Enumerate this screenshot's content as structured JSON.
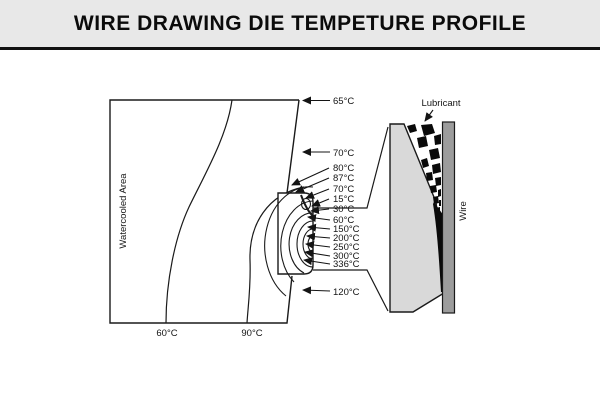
{
  "title": "WIRE DRAWING DIE TEMPETURE PROFILE",
  "diagram": {
    "watercooled_area_label": "Watercooled Area",
    "lubricant_label": "Lubricant",
    "wire_label": "Wire",
    "temps_right": [
      "65°C",
      "70°C",
      "80°C",
      "87°C",
      "70°C",
      "15°C",
      "30°C",
      "60°C",
      "150°C",
      "200°C",
      "250°C",
      "300°C",
      "336°C"
    ],
    "temp_outlet": "120°C",
    "temps_bottom": [
      "60°C",
      "90°C"
    ],
    "colors": {
      "header_bg": "#e8e8e8",
      "rule": "#111111",
      "line": "#1a1a1a",
      "die_fill": "#d9d9d9",
      "wire_fill": "#9c9c9c",
      "lubricant_fill": "#0a0a0a"
    }
  }
}
